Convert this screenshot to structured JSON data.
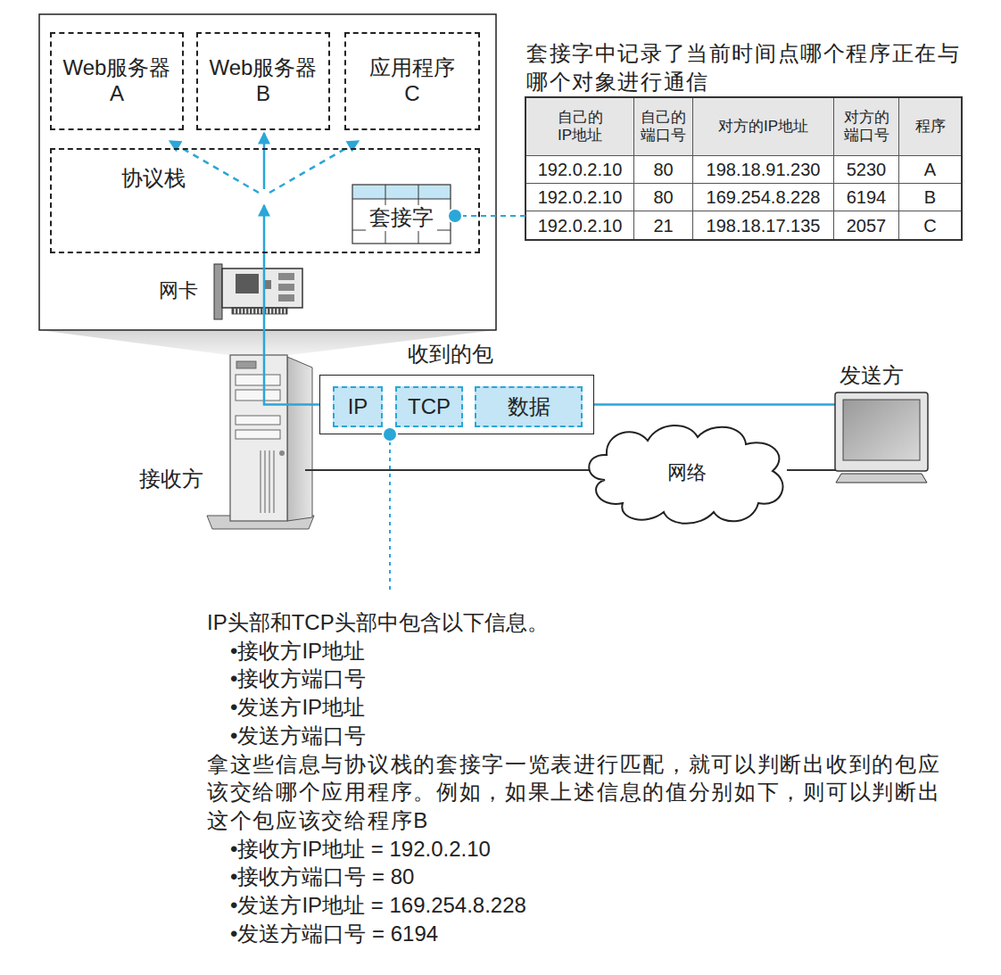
{
  "diagram": {
    "nodes": [
      {
        "text": [
          "Web服务器 A"
        ]
      },
      {
        "text": [
          "Web服务器 B"
        ]
      },
      {
        "text": [
          "应用程序 C"
        ]
      },
      {
        "text": [
          "协议栈"
        ]
      },
      {
        "text": [
          "套接字"
        ],
        "in": 3
      },
      {
        "text": [
          "收到的包"
        ]
      },
      {
        "text": [
          "IP"
        ],
        "in": 5
      },
      {
        "text": [
          "TCP"
        ],
        "in": 5
      },
      {
        "text": [
          "数据"
        ],
        "in": 5
      },
      {
        "text": [
          "网络"
        ]
      },
      {
        "text": [
          "接收方"
        ]
      },
      {
        "text": [
          "发送方"
        ]
      }
    ],
    "edges": [
      {
        "from": 5,
        "to": 3,
        "arrow": "to"
      },
      {
        "from": 3,
        "to": 0,
        "arrow": "to"
      },
      {
        "from": 3,
        "to": 1,
        "arrow": "to"
      },
      {
        "from": 3,
        "to": 2,
        "arrow": "to"
      },
      {
        "from": 11,
        "to": 5,
        "arrow": "none"
      },
      {
        "from": 10,
        "to": 9,
        "arrow": "none"
      },
      {
        "from": 9,
        "to": 11,
        "arrow": "none"
      }
    ],
    "labels": [
      "套接字中记录了当前时间点哪个程序正在与 哪个对象进行通信",
      "自己的 IP地址",
      "自己的 端口号",
      "对方的IP地址",
      "对方的 端口号",
      "程序",
      "192.0.2.10",
      "80",
      "198.18.91.230",
      "5230",
      "A",
      "192.0.2.10",
      "80",
      "169.254.8.228",
      "6194",
      "B",
      "192.0.2.10",
      "21",
      "198.18.17.135",
      "2057",
      "C",
      "网卡",
      "IP头部和TCP头部中包含以下信息。",
      "•接收方IP地址",
      "•接收方端口号",
      "•发送方IP地址",
      "•发送方端口号",
      "拿这些信息与协议栈的套接字一览表进行匹配，就可以判断出收到的包应 该交给哪个应用程序。例如，如果上述信息的值分别如下，则可以判断出 这个包应该交给程序B",
      "•接收方IP地址 = 192.0.2.10",
      "•接收方端口号 = 80",
      "•发送方IP地址 = 169.254.8.228",
      "•发送方端口号 = 6194"
    ]
  }
}
